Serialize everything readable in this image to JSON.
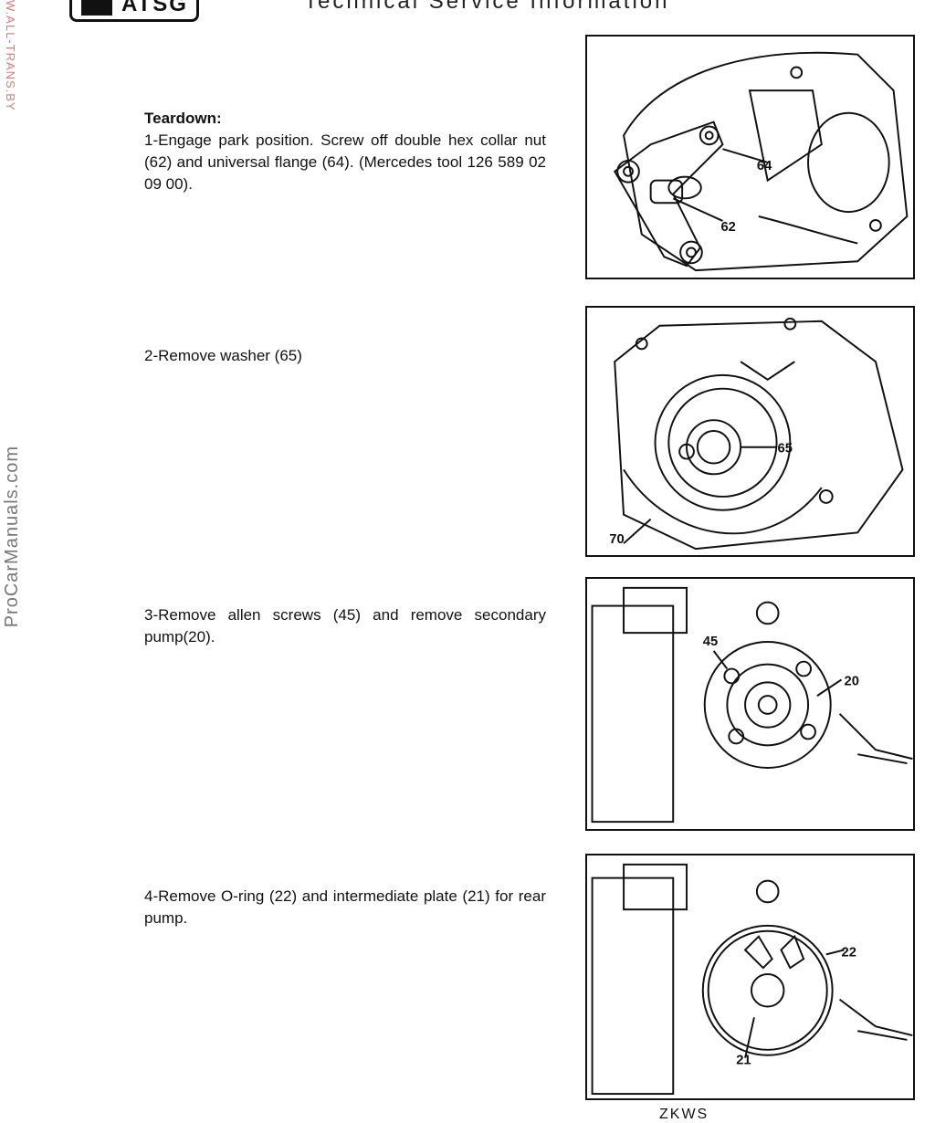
{
  "header": {
    "logo_text": "ATSG",
    "title": "Technical Service Information"
  },
  "watermarks": {
    "top": "W.ALL-TRANS.BY",
    "side": "ProCarManuals.com"
  },
  "steps": [
    {
      "heading": "Teardown:",
      "text": "1-Engage park position. Screw off double hex collar nut (62) and universal flange (64). (Mercedes tool 126 589 02 09 00).",
      "figure_callouts": [
        "64",
        "62"
      ]
    },
    {
      "heading": "",
      "text": "2-Remove washer (65)",
      "figure_callouts": [
        "65",
        "70"
      ]
    },
    {
      "heading": "",
      "text": "3-Remove allen screws (45) and remove secondary pump(20).",
      "figure_callouts": [
        "45",
        "20"
      ]
    },
    {
      "heading": "",
      "text": "4-Remove O-ring (22) and intermediate plate (21) for rear pump.",
      "figure_callouts": [
        "22",
        "21"
      ]
    }
  ],
  "footer": {
    "text": "ZKWS"
  }
}
